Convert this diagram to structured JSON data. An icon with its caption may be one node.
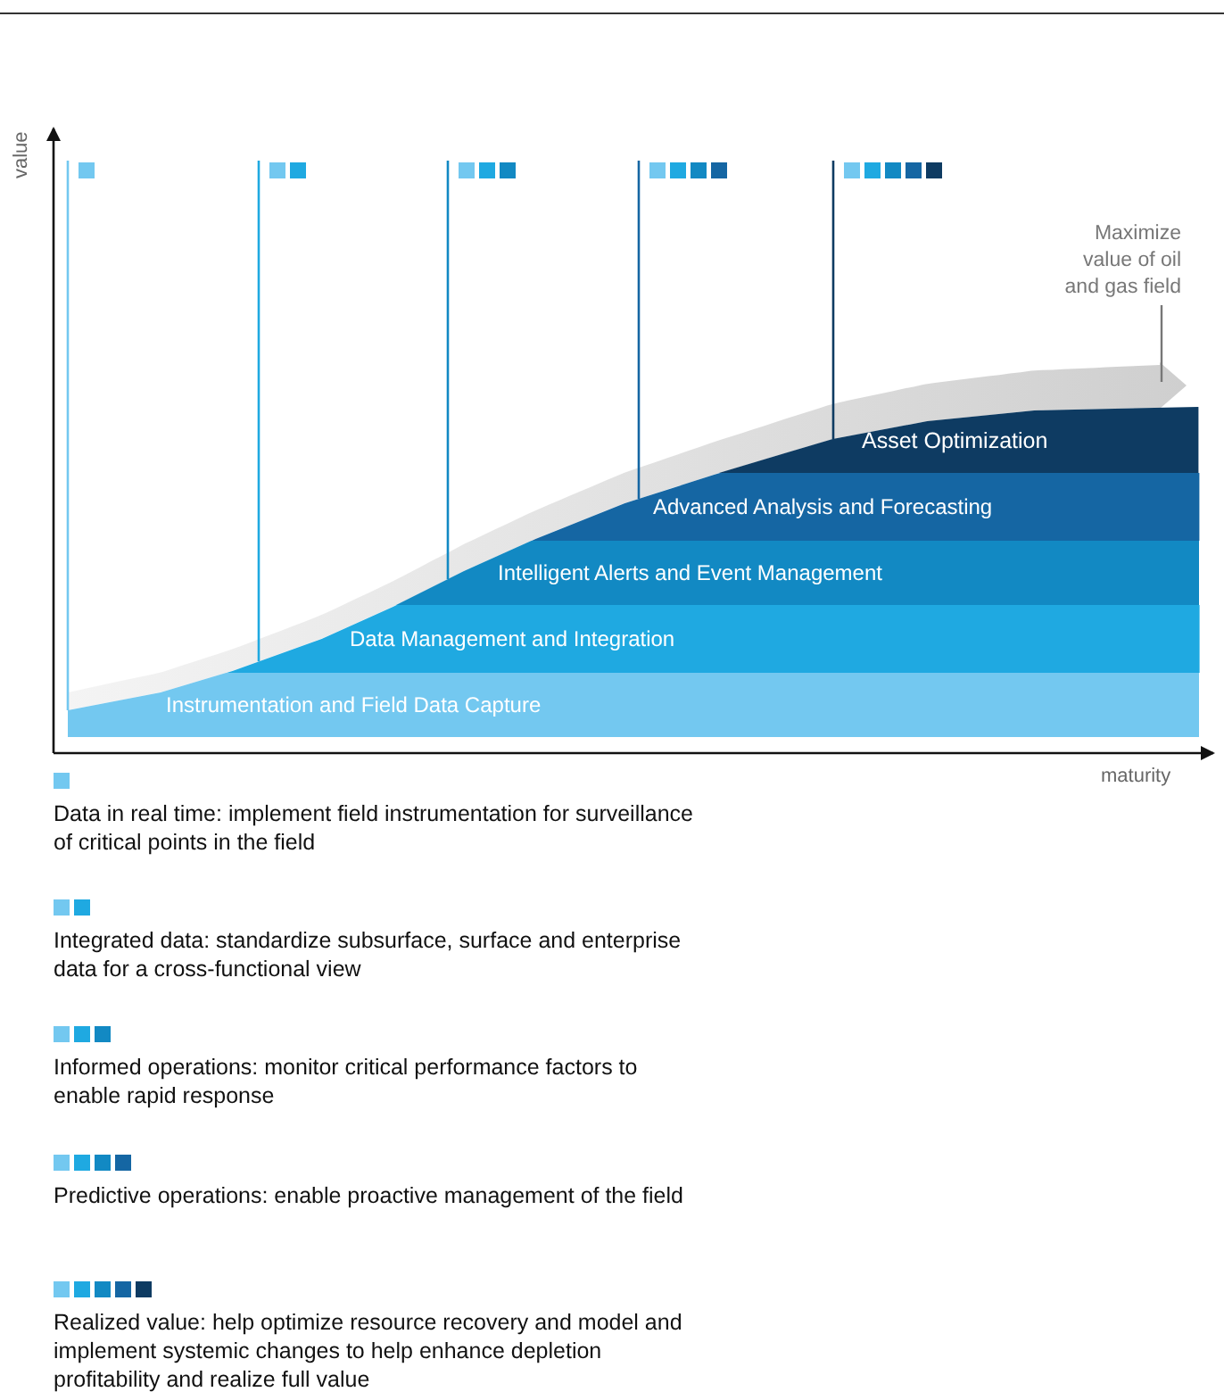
{
  "diagram": {
    "nodes": [
      {
        "text": [
          "Instrumentation and Field Data Capture"
        ]
      },
      {
        "text": [
          "Data Management and Integration"
        ]
      },
      {
        "text": [
          "Intelligent Alerts and Event Management"
        ]
      },
      {
        "text": [
          "Advanced Analysis and Forecasting"
        ]
      },
      {
        "text": [
          "Asset Optimization"
        ]
      },
      {
        "text": [],
        "shape": "arrow"
      },
      {
        "text": [
          "Maximize value of oil and gas field"
        ]
      }
    ],
    "edges": [
      {
        "from": 6,
        "to": 5,
        "arrow": "none"
      }
    ],
    "labels": [
      "value",
      "maturity"
    ],
    "legend": [
      {
        "text": "Data in real time: implement field instrumentation for surveillance of critical points in the field"
      },
      {
        "text": "Integrated data: standardize subsurface, surface and enterprise data for a cross-functional view"
      },
      {
        "text": "Informed operations: monitor critical performance factors to enable rapid response"
      },
      {
        "text": "Predictive operations: enable proactive management of the field"
      },
      {
        "text": "Realized value: help optimize resource recovery and model and implement systemic changes to help enhance depletion profitability and realize full value"
      }
    ]
  }
}
